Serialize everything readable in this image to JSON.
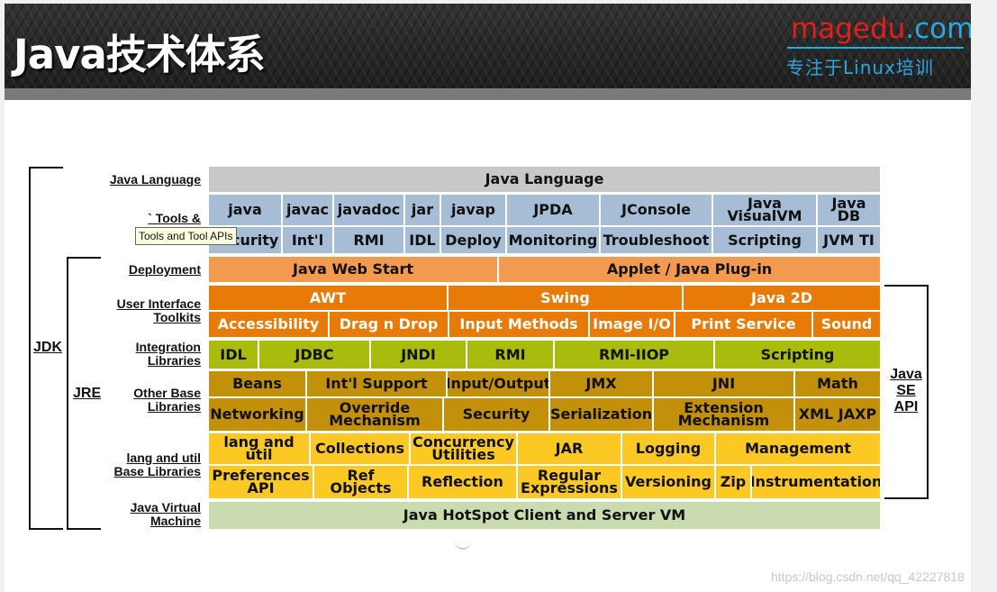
{
  "header": {
    "title": "Java技术体系",
    "brand_main": "magedu",
    "brand_com": ".com",
    "brand_sub": "专注于Linux培训"
  },
  "row_labels": {
    "java_language": "Java Language",
    "tools": "` Tools &",
    "deployment": "Deployment",
    "user_interface_1": "User Interface",
    "user_interface_2": "Toolkits",
    "integration_1": "Integration",
    "integration_2": "Libraries",
    "other_base_1": "Other Base",
    "other_base_2": "Libraries",
    "lang_util_1": "lang and util",
    "lang_util_2": "Base Libraries",
    "jvm_1": "Java Virtual",
    "jvm_2": "Machine"
  },
  "brackets": {
    "jdk": "JDK",
    "jre": "JRE",
    "java_se_api_1": "Java",
    "java_se_api_2": "SE",
    "java_se_api_3": "API"
  },
  "tooltip": "Tools and Tool APIs",
  "cells": {
    "java_language": "Java Language",
    "java": "java",
    "javac": "javac",
    "javadoc": "javadoc",
    "jar": "jar",
    "javap": "javap",
    "jpda": "JPDA",
    "jconsole": "JConsole",
    "visualvm": "Java VisualVM",
    "javadb": "Java DB",
    "security_tool": "Security",
    "intl": "Int'l",
    "rmi_tool": "RMI",
    "idl_tool": "IDL",
    "deploy": "Deploy",
    "monitoring": "Monitoring",
    "troubleshoot": "Troubleshoot",
    "scripting_tool": "Scripting",
    "jvmti": "JVM TI",
    "java_web_start": "Java Web Start",
    "applet": "Applet / Java Plug-in",
    "awt": "AWT",
    "swing": "Swing",
    "java2d": "Java 2D",
    "accessibility": "Accessibility",
    "dragndrop": "Drag n Drop",
    "input_methods": "Input Methods",
    "image_io": "Image I/O",
    "print_service": "Print Service",
    "sound": "Sound",
    "idl": "IDL",
    "jdbc": "JDBC",
    "jndi": "JNDI",
    "rmi": "RMI",
    "rmi_iiop": "RMI-IIOP",
    "scripting": "Scripting",
    "beans": "Beans",
    "intl_support": "Int'l Support",
    "input_output": "Input/Output",
    "jmx": "JMX",
    "jni": "JNI",
    "math": "Math",
    "networking": "Networking",
    "override_mechanism": "Override Mechanism",
    "security": "Security",
    "serialization": "Serialization",
    "extension_mechanism": "Extension Mechanism",
    "xml_jaxp": "XML JAXP",
    "lang_and_util": "lang and util",
    "collections": "Collections",
    "concurrency_utilities": "Concurrency Utilities",
    "jar_lib": "JAR",
    "logging": "Logging",
    "management": "Management",
    "preferences_api": "Preferences API",
    "ref_objects": "Ref Objects",
    "reflection": "Reflection",
    "regular_expressions": "Regular Expressions",
    "versioning": "Versioning",
    "zip": "Zip",
    "instrumentation": "Instrumentation",
    "hotspot": "Java HotSpot Client and Server VM"
  },
  "colors": {
    "language": "#c8c8c8",
    "tools": "#a7bdd6",
    "deployment": "#f29b50",
    "user_interface": "#e87a08",
    "integration": "#a9bb0c",
    "other_base": "#c39109",
    "lang_util": "#fcc924",
    "jvm": "#c9dbaf"
  },
  "watermark": "https://blog.csdn.net/qq_42227818"
}
